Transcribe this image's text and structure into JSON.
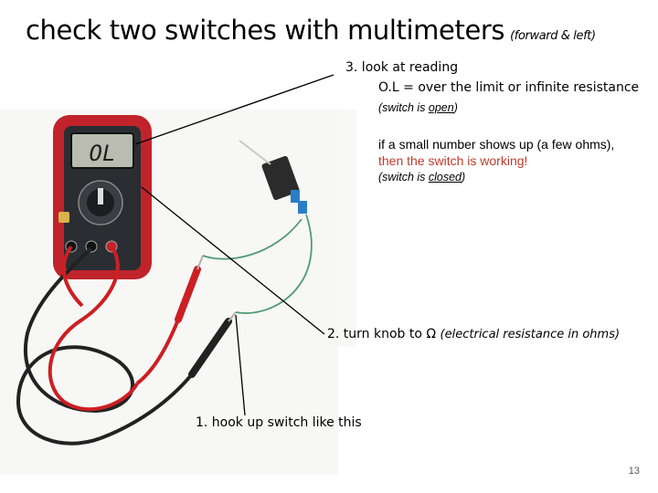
{
  "title": {
    "main": "check two switches with multimeters",
    "sub": "(forward & left)"
  },
  "step3": {
    "heading": "3. look at reading",
    "ol_line": "O.L = over the limit or infinite resistance",
    "open_prefix": "(switch is ",
    "open_word": "open",
    "open_suffix": ")",
    "small_number_black": "if a small number shows up (a few ohms),",
    "small_number_red": "then the switch is working!",
    "closed_prefix": "(switch is ",
    "closed_word": "closed",
    "closed_suffix": ")"
  },
  "step2": {
    "text": "2. turn knob to Ω",
    "note": "(electrical resistance in ohms)"
  },
  "step1": {
    "text": "1. hook up switch like this"
  },
  "meter": {
    "display": "OL"
  },
  "page_number": "13",
  "colors": {
    "meter_body": "#c1232b",
    "meter_face": "#2a2d31",
    "probe_red": "#cc1f24",
    "probe_black": "#222222",
    "wire_green": "#4f9a76"
  }
}
